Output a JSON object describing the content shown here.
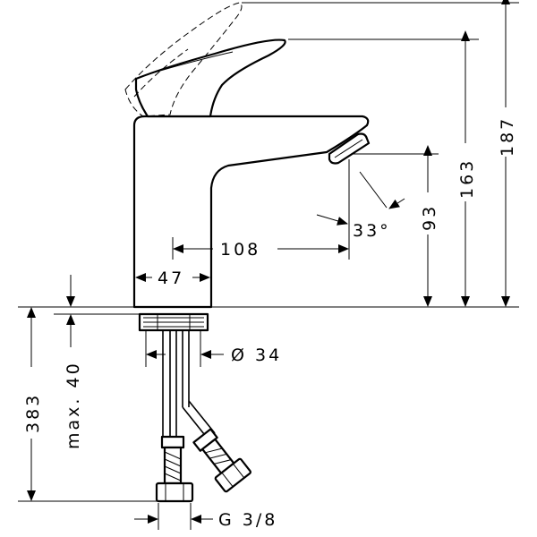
{
  "dimensions": {
    "total_height": "187",
    "spout_top_height": "163",
    "spout_outlet_height": "93",
    "projection": "108",
    "body_width": "47",
    "spray_angle": "33°",
    "hose_length": "383",
    "max_countertop": "max. 40",
    "shank_diameter": "Ø 34",
    "connection_thread": "G 3/8"
  }
}
